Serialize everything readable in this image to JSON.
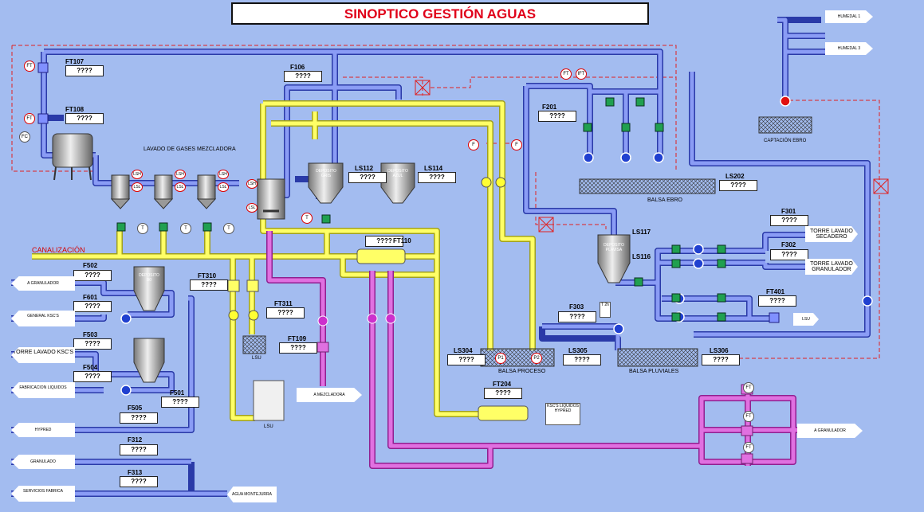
{
  "title": "SINOPTICO GESTIÓN AGUAS",
  "canalizacion": "CANALIZACIÓN",
  "tags": {
    "FT107": "FT107",
    "FT108": "FT108",
    "F106": "F106",
    "F201": "F201",
    "LS112": "LS112",
    "LS114": "LS114",
    "LS202": "LS202",
    "FT110": "FT110",
    "F502": "F502",
    "F601": "F601",
    "F503": "F503",
    "F504": "F504",
    "F505": "F505",
    "F312": "F312",
    "F313": "F313",
    "FT310": "FT310",
    "FT311": "FT311",
    "FT109": "FT109",
    "F501": "F501",
    "LS117": "LS117",
    "LS116": "LS116",
    "F301": "F301",
    "F302": "F302",
    "FT401": "FT401",
    "F303": "F303",
    "LS304": "LS304",
    "LS305": "LS305",
    "LS306": "LS306",
    "FT204": "FT204"
  },
  "values": {
    "FT107": "????",
    "FT108": "????",
    "F106": "????",
    "F201": "????",
    "LS112": "????",
    "LS114": "????",
    "LS202": "????",
    "FT110": "????",
    "F502": "????",
    "F601": "????",
    "F503": "????",
    "F504": "????",
    "F505": "????",
    "F312": "????",
    "F313": "????",
    "FT310": "????",
    "FT311": "????",
    "FT109": "????",
    "F501": "????",
    "F301": "????",
    "F302": "????",
    "FT401": "????",
    "F303": "????",
    "LS304": "????",
    "LS305": "????",
    "LS306": "????",
    "FT204": "????"
  },
  "labels": {
    "lavado": "LAVADO DE GASES MEZCLADORA",
    "balsa_ebro": "BALSA EBRO",
    "balsa_proceso": "BALSA PROCESO",
    "balsa_pluviales": "BALSA PLUVIALES",
    "captacion": "CAPTACIÓN EBRO",
    "dep_gris": "DEPOSITO GRIS",
    "dep_azul": "DEPOSITO AZUL",
    "dep_b0": "DEPOSITO B0",
    "dep_plavisa": "DEPOSITO PLAVISA",
    "lsu1": "LSU",
    "lsu2": "LSU",
    "ksc_liquidos": "KSC'S LIQUIDOS HYPRED",
    "p1": "P1",
    "p2": "P2",
    "t2h": "T 2h"
  },
  "instr": {
    "ft": "FT",
    "f": "F",
    "t": "T",
    "fc": "FC",
    "lsh": "LSH",
    "lsl": "LSL",
    "ifi": "IFT"
  },
  "destinations": {
    "humedal1": "HUMEDAL 1",
    "humedal3": "HUMEDAL 3",
    "torre_secadero": "TORRE LAVADO SECADERO",
    "torre_granulador": "TORRE LAVADO GRANULADOR",
    "lsu_r": "LSU",
    "a_granulador_r": "A GRANULADOR",
    "a_mezcladora": "A MEZCLADORA",
    "a_granulador_l": "A GRANULADOR",
    "general_ksc": "GENERAL KSC'S",
    "torre_ksc": "TORRE LAVADO KSC'S",
    "fabricacion": "FABRICACION LIQUIDOS",
    "hypred": "HYPRED",
    "granulado": "GRANULADO",
    "servicios": "SERVICIOS FABRICA",
    "agua_montejurra": "AGUA MONTEJURRA"
  },
  "colors": {
    "background": "#a3bcf0",
    "pipe_blue": "#5a6fd8",
    "pipe_yellow": "#ffff66",
    "pipe_magenta": "#e070e0",
    "signal": "#e02020",
    "title_text": "#e0001a"
  }
}
